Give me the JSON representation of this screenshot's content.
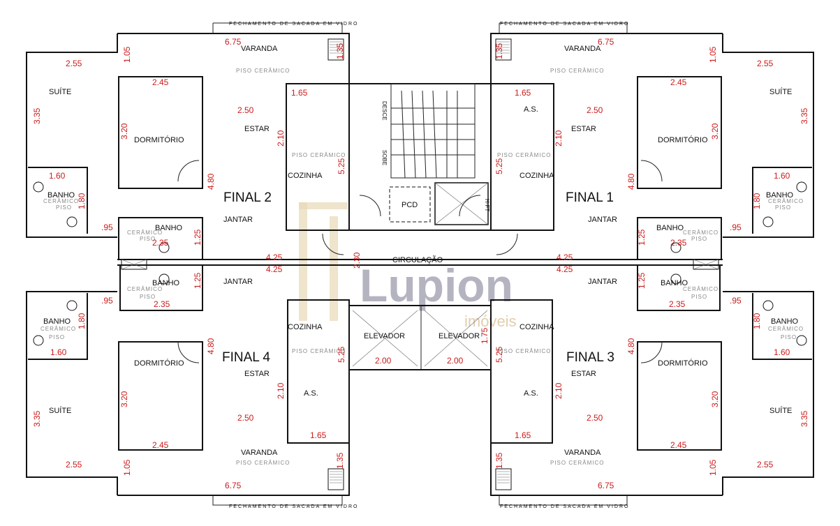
{
  "units": [
    {
      "name": "FINAL 2"
    },
    {
      "name": "FINAL 1"
    },
    {
      "name": "FINAL 4"
    },
    {
      "name": "FINAL 3"
    }
  ],
  "rooms": {
    "varanda": "VARANDA",
    "suite": "SUÍTE",
    "dormitorio": "DORMITÓRIO",
    "estar": "ESTAR",
    "cozinha": "COZINHA",
    "as": "A.S.",
    "banho": "BANHO",
    "jantar": "JANTAR",
    "circulacao": "CIRCULAÇÃO",
    "pcd": "PCD",
    "elevador": "ELEVADOR",
    "shaft": "H-FT"
  },
  "notes": {
    "piso": "PISO CERÂMICO",
    "piso_short": "PISO",
    "ceramico": "CERÂMICO",
    "fechamento": "FECHAMENTO DE SACADA EM VIDRO",
    "sobe": "SOBE",
    "desce": "DESCE"
  },
  "dims": {
    "d675": "6.75",
    "d105": "1.05",
    "d255": "2.55",
    "d335": "3.35",
    "d245": "2.45",
    "d320": "3.20",
    "d250": "2.50",
    "d210": "2.10",
    "d165": "1.65",
    "d525": "5.25",
    "d480": "4.80",
    "d160": "1.60",
    "d180": "1.80",
    "d095": ".95",
    "d230": "2.30",
    "d235": "2.35",
    "d425": "4.25",
    "d200": "2.00",
    "d175": "1.75",
    "d135": "1.35",
    "d125": "1.25"
  },
  "watermark": {
    "brand": "Lupion",
    "sub": "imóveis"
  }
}
